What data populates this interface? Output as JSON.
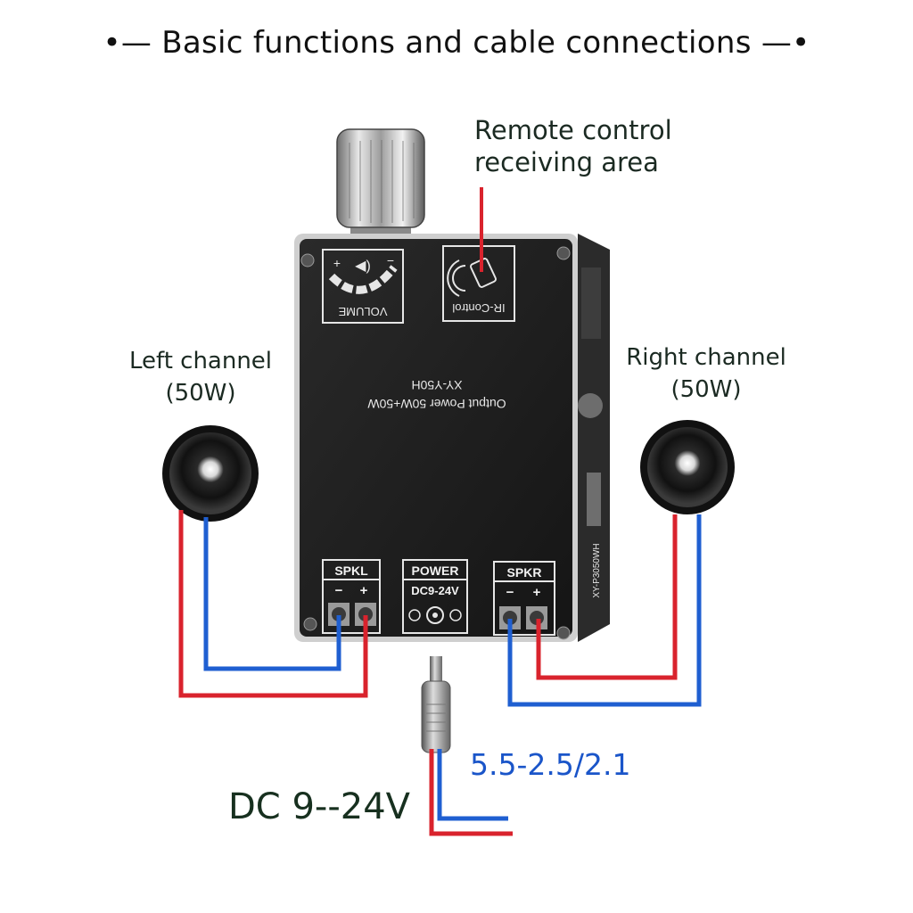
{
  "title": "Basic functions and cable connections",
  "remote_label_line1": "Remote control",
  "remote_label_line2": "receiving area",
  "left_channel": {
    "line1": "Left channel",
    "line2": "(50W)"
  },
  "right_channel": {
    "line1": "Right channel",
    "line2": "(50W)"
  },
  "board": {
    "volume_label": "VOLUME",
    "ir_label": "IR-Control",
    "output_power": "Output Power 50W+50W",
    "model": "XY-Y50H",
    "side_model": "XY-P3050WH",
    "spkl": "SPKL",
    "power": "POWER",
    "dc_range": "DC9-24V",
    "spkr": "SPKR",
    "minus": "−",
    "plus": "+"
  },
  "connector_size": "5.5-2.5/2.1",
  "dc_input": "DC 9--24V",
  "colors": {
    "red_wire": "#d9232d",
    "blue_wire": "#1f5fd1",
    "board": "#1c1c1c"
  }
}
